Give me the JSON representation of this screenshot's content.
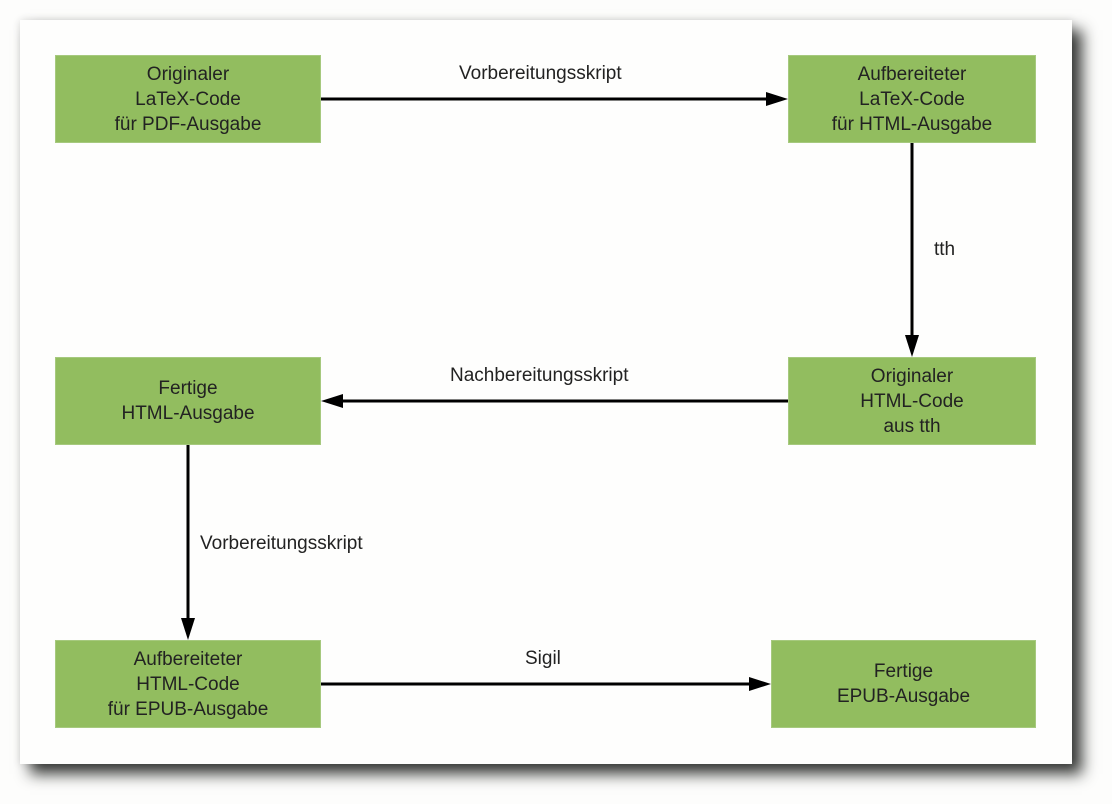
{
  "diagram": {
    "type": "flowchart",
    "nodes": [
      {
        "id": "n1",
        "label": "Originaler\nLaTeX-Code\nfür PDF-Ausgabe"
      },
      {
        "id": "n2",
        "label": "Aufbereiteter\nLaTeX-Code\nfür HTML-Ausgabe"
      },
      {
        "id": "n3",
        "label": "Originaler\nHTML-Code\naus tth"
      },
      {
        "id": "n4",
        "label": "Fertige\nHTML-Ausgabe"
      },
      {
        "id": "n5",
        "label": "Aufbereiteter\nHTML-Code\nfür EPUB-Ausgabe"
      },
      {
        "id": "n6",
        "label": "Fertige\nEPUB-Ausgabe"
      }
    ],
    "edges": [
      {
        "from": "n1",
        "to": "n2",
        "label": "Vorbereitungsskript"
      },
      {
        "from": "n2",
        "to": "n3",
        "label": "tth"
      },
      {
        "from": "n3",
        "to": "n4",
        "label": "Nachbereitungsskript"
      },
      {
        "from": "n4",
        "to": "n5",
        "label": "Vorbereitungsskript"
      },
      {
        "from": "n5",
        "to": "n6",
        "label": "Sigil"
      }
    ],
    "colors": {
      "node_fill": "#92bd5f",
      "edge": "#000000",
      "text": "#222222"
    }
  }
}
